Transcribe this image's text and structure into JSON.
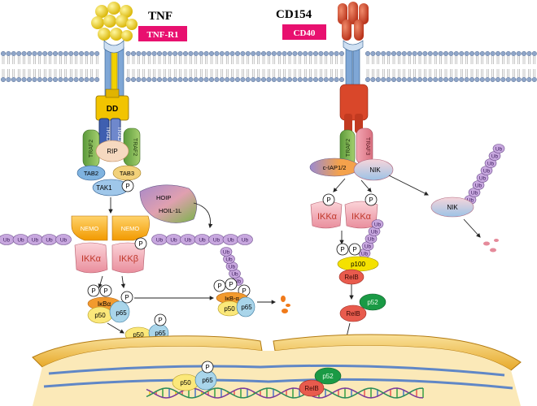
{
  "left_pathway": {
    "ligand": "TNF",
    "receptor": "TNF-R1",
    "death_domain": "DD",
    "tradd": [
      "TRADD",
      "TRADD"
    ],
    "traf2_left": "TRAF2",
    "traf2_right": "TRAF2",
    "rip": "RIP",
    "tab2": "TAB2",
    "tab3": "TAB3",
    "tak1": "TAK1",
    "hoip": "HOIP",
    "hoil": "HOIL-1L",
    "nemo_left": "NEMO",
    "nemo_right": "NEMO",
    "ikka": "IKKα",
    "ikkb": "IKKβ",
    "ikba": "IκBα",
    "ikba_2": "IκB-α",
    "p50": "p50",
    "p65": "p65",
    "ubiquitin_chain": [
      "Ub",
      "Ub",
      "Ub",
      "Ub",
      "Ub",
      "Ub",
      "Ub",
      "Ub",
      "Ub",
      "Ub",
      "Ub",
      "Ub"
    ]
  },
  "right_pathway": {
    "ligand": "CD154",
    "receptor": "CD40",
    "traf2": "TRAF2",
    "traf3": "TRAF3",
    "ciap": "c-IAP1/2",
    "nik": "NIK",
    "nik_free": "NIK",
    "ikka_left": "IKKα",
    "ikka_right": "IKKα",
    "p100": "p100",
    "relb": "RelB",
    "p52": "p52"
  },
  "phospho": "P",
  "ubiquitin": "Ub",
  "colors": {
    "membrane_head": "#8fa6c9",
    "tnf_gold": "#f2d100",
    "cd154_red": "#d9472a",
    "receptor_pink": "#e8106f",
    "nemo_yellow": "#ffb400",
    "ikk_pink": "#f1a7b2",
    "p65_blue": "#a9d5ea",
    "p50_yellow": "#fbe87a",
    "relb_red": "#e85b4d",
    "p52_green": "#1a9a45",
    "ub_purple": "#c8a8df",
    "nucleus_gold": "#f4c85a"
  }
}
